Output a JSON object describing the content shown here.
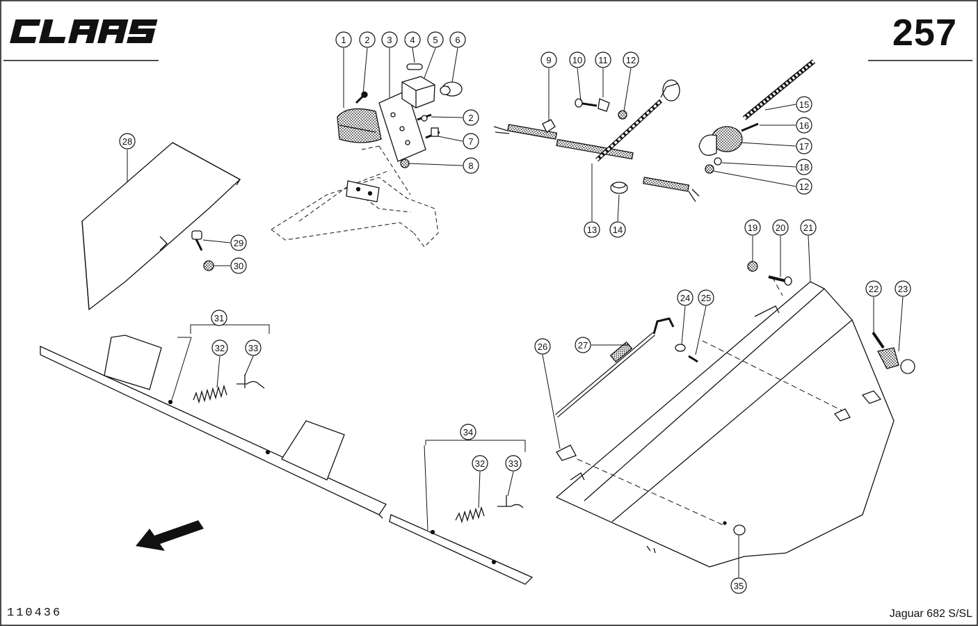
{
  "header": {
    "brand": "CLAAS",
    "page_number": "257"
  },
  "footer": {
    "drawing_number": "110436",
    "model": "Jaguar 682 S/SL"
  },
  "callouts": [
    "1",
    "2",
    "3",
    "4",
    "5",
    "6",
    "2",
    "7",
    "8",
    "9",
    "10",
    "11",
    "12",
    "13",
    "14",
    "15",
    "16",
    "17",
    "18",
    "12",
    "19",
    "20",
    "21",
    "22",
    "23",
    "24",
    "25",
    "26",
    "27",
    "28",
    "29",
    "30",
    "31",
    "32",
    "33",
    "34",
    "32",
    "33",
    "35"
  ],
  "colors": {
    "ink": "#111111",
    "paper": "#ffffff"
  }
}
